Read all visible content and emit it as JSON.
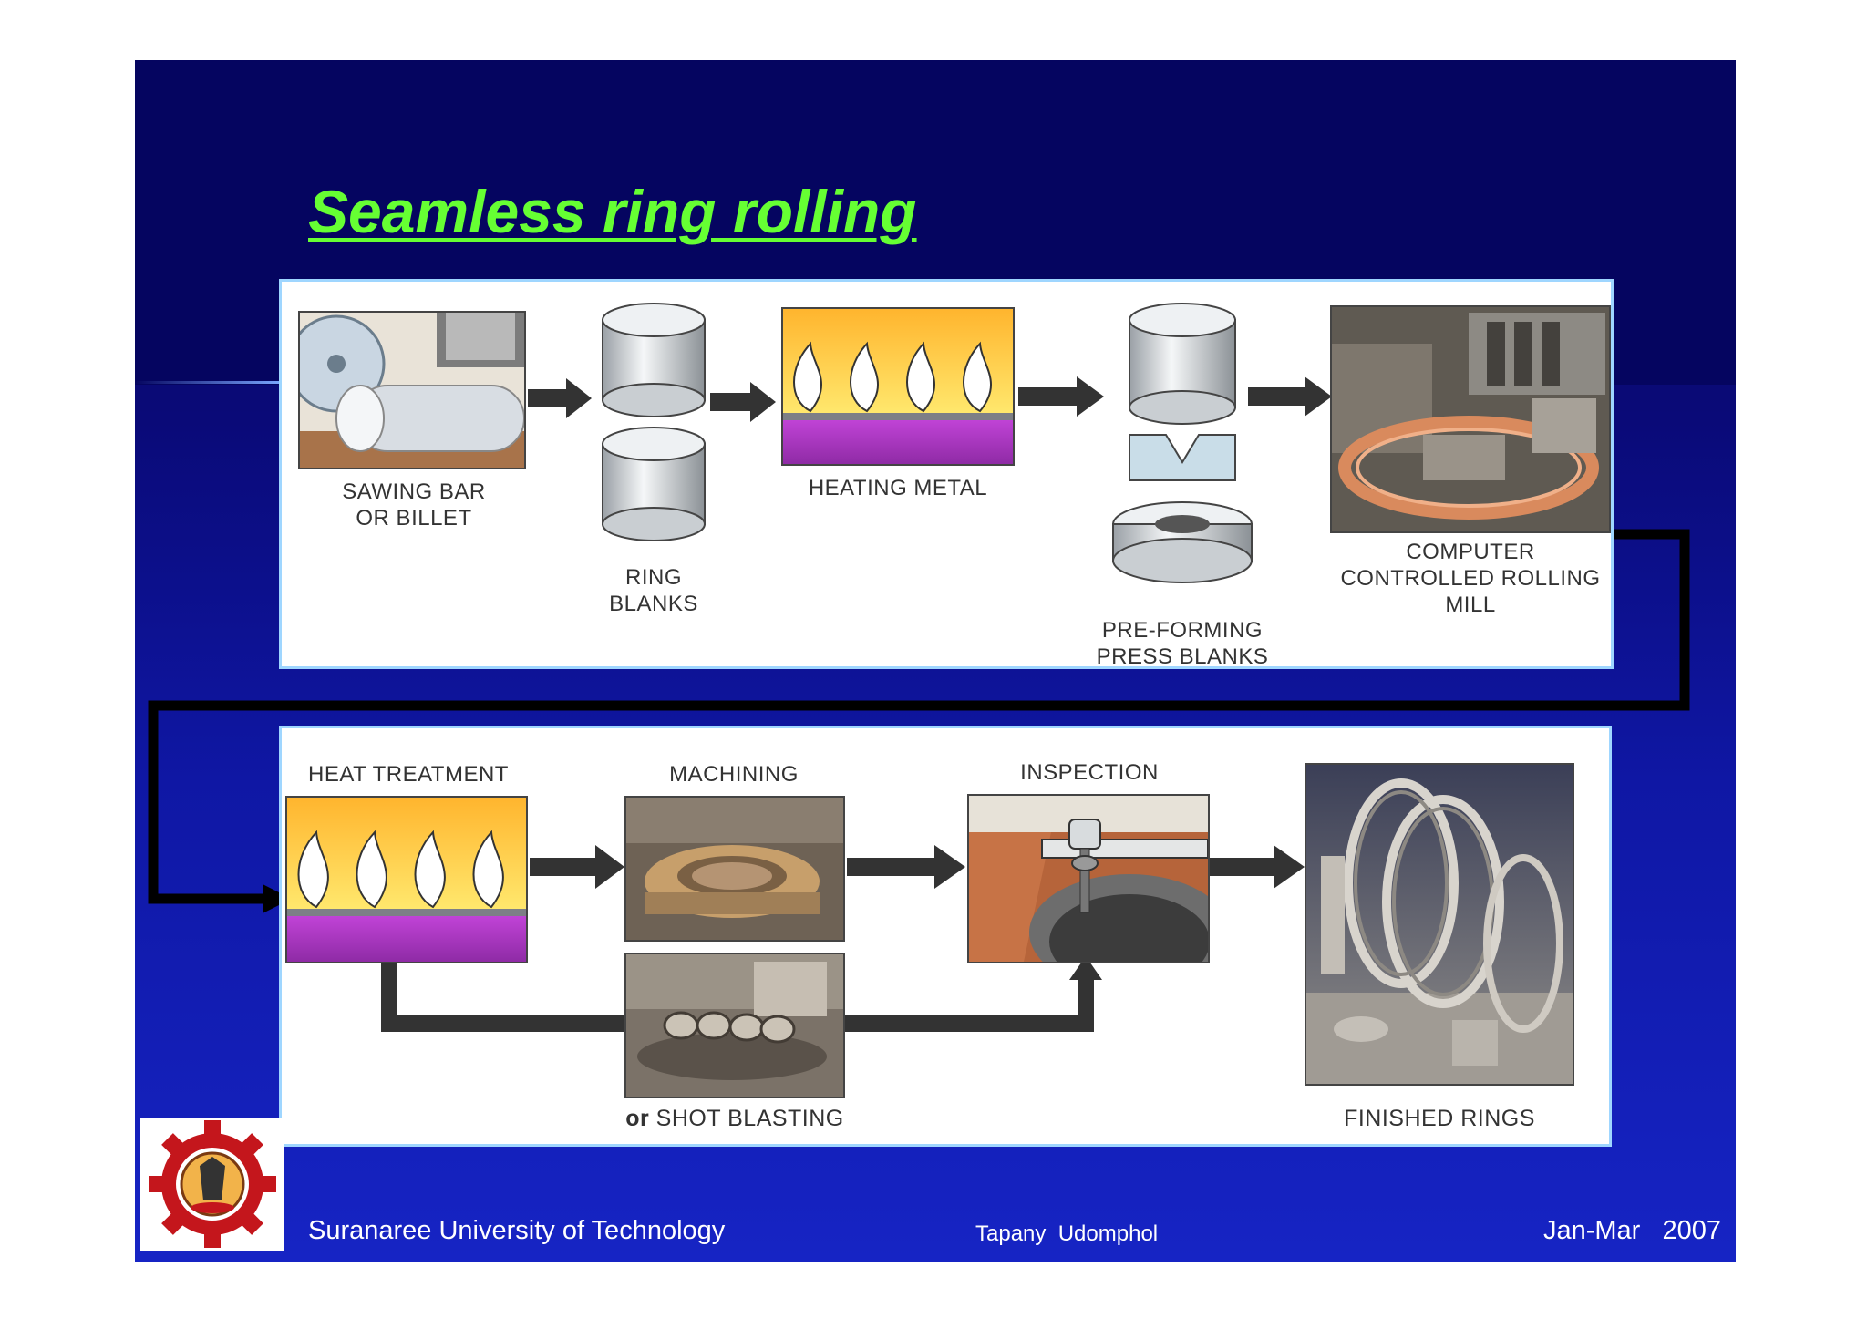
{
  "slide": {
    "title": "Seamless ring rolling",
    "colors": {
      "title": "#66ff33",
      "background_top": "#05055e",
      "background_bottom": "#1624c4"
    }
  },
  "diagram": {
    "top_row": [
      {
        "label_lines": [
          "SAWING BAR",
          "OR BILLET"
        ],
        "icon": "saw-billet-illustration"
      },
      {
        "label_lines": [
          "RING",
          "BLANKS"
        ],
        "icon": "cylinder-blanks-illustration"
      },
      {
        "label_lines": [
          "HEATING METAL"
        ],
        "icon": "furnace-flames-illustration"
      },
      {
        "label_lines": [
          "PRE-FORMING",
          "PRESS BLANKS"
        ],
        "icon": "preform-press-illustration"
      },
      {
        "label_lines": [
          "COMPUTER",
          "CONTROLLED ROLLING",
          "MILL"
        ],
        "icon": "rolling-mill-photo"
      }
    ],
    "bottom_row": [
      {
        "label_lines": [
          "HEAT TREATMENT"
        ],
        "icon": "furnace-flames-illustration"
      },
      {
        "label_lines": [
          "MACHINING"
        ],
        "icon": "machining-photo"
      },
      {
        "label_prefix": "or",
        "label_lines": [
          "SHOT BLASTING"
        ],
        "icon": "shot-blasting-photo"
      },
      {
        "label_lines": [
          "INSPECTION"
        ],
        "icon": "inspection-probe-illustration"
      },
      {
        "label_lines": [
          "FINISHED RINGS"
        ],
        "icon": "finished-rings-photo"
      }
    ]
  },
  "footer": {
    "institution": "Suranaree University of Technology",
    "author": "Tapany  Udomphol",
    "date": "Jan-Mar   2007",
    "logo_icon": "university-gear-logo"
  }
}
